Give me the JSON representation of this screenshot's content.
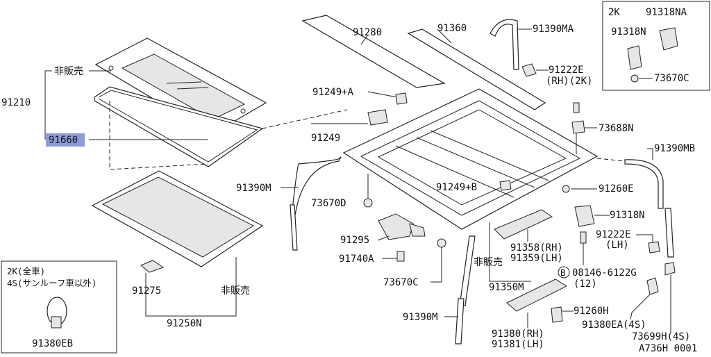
{
  "diagram_id": "A736H 0001",
  "colors": {
    "highlight": "#8e9bd8",
    "line": "#222222"
  },
  "labels": {
    "p91210": "91210",
    "not_sold_a": "非販売",
    "p91660": "91660",
    "p91280": "91280",
    "p91360": "91360",
    "p91390MA": "91390MA",
    "p91222E_rh": "91222E",
    "rh2k": "(RH)(2K)",
    "p91249A_top": "91249+A",
    "p91249": "91249",
    "p91390M_left": "91390M",
    "p73670D": "73670D",
    "p91249B": "91249+B",
    "p91260E": "91260E",
    "p91295": "91295",
    "p91740A": "91740A",
    "p73670C_mid": "73670C",
    "not_sold_b": "非販売",
    "p91358": "91358(RH)",
    "p91359": "91359(LH)",
    "p91350M": "91350M",
    "p91390M_bottom": "91390M",
    "p73688N": "73688N",
    "p91390MB": "91390MB",
    "p91318N_mid": "91318N",
    "p91222E_lh": "91222E",
    "lh": "(LH)",
    "bolt_code": "08146-6122G",
    "bolt_qty": "(12)",
    "bolt_mark": "B",
    "p91260H": "91260H",
    "p91380": "91380(RH)",
    "p91381": "91381(LH)",
    "p91380EA": "91380EA(4S)",
    "p73699H": "73699H(4S)",
    "p91275": "91275",
    "p91250N": "91250N",
    "not_sold_c": "非販売"
  },
  "inset_top_right": {
    "title": "2K",
    "p91318NA": "91318NA",
    "p91318N": "91318N",
    "p73670C": "73670C"
  },
  "inset_bottom_left": {
    "line1": "2K(全車)",
    "line2": "4S(サンルーフ車以外)",
    "part": "91380EB"
  }
}
